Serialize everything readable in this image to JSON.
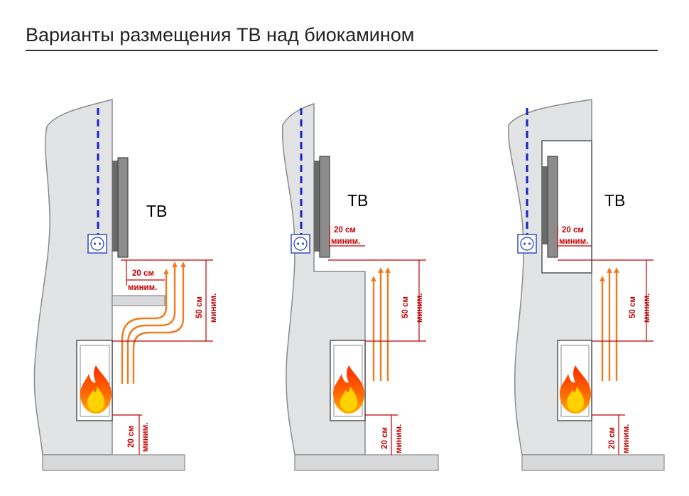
{
  "title": "Варианты размещения ТВ над биокамином",
  "colors": {
    "wall": "#e2e3e5",
    "wall_outline": "#8a8a8a",
    "floor": "#d8d9db",
    "tv": "#8c8c8c",
    "dimension": "#c00000",
    "airflow": "#f07a1e",
    "cable": "#1426c8",
    "socket": "#4a5fcf"
  },
  "icons": [
    "flame-icon",
    "power-socket-icon",
    "airflow-arrow-icon",
    "tv-screen-icon",
    "cable-icon"
  ],
  "variants": [
    {
      "tv_label": "ТВ",
      "gap_label_1": "20 см",
      "gap_label_2": "миним.",
      "height_label_1": "50 см",
      "height_label_2": "миним.",
      "floor_label_1": "20 см",
      "floor_label_2": "миним."
    },
    {
      "tv_label": "ТВ",
      "gap_label_1": "20 см",
      "gap_label_2": "миним.",
      "height_label_1": "50 см",
      "height_label_2": "миним.",
      "floor_label_1": "20 см",
      "floor_label_2": "миним."
    },
    {
      "tv_label": "ТВ",
      "gap_label_1": "20 см",
      "gap_label_2": "миним.",
      "height_label_1": "50 см",
      "height_label_2": "миним.",
      "floor_label_1": "20 см",
      "floor_label_2": "миним."
    }
  ]
}
